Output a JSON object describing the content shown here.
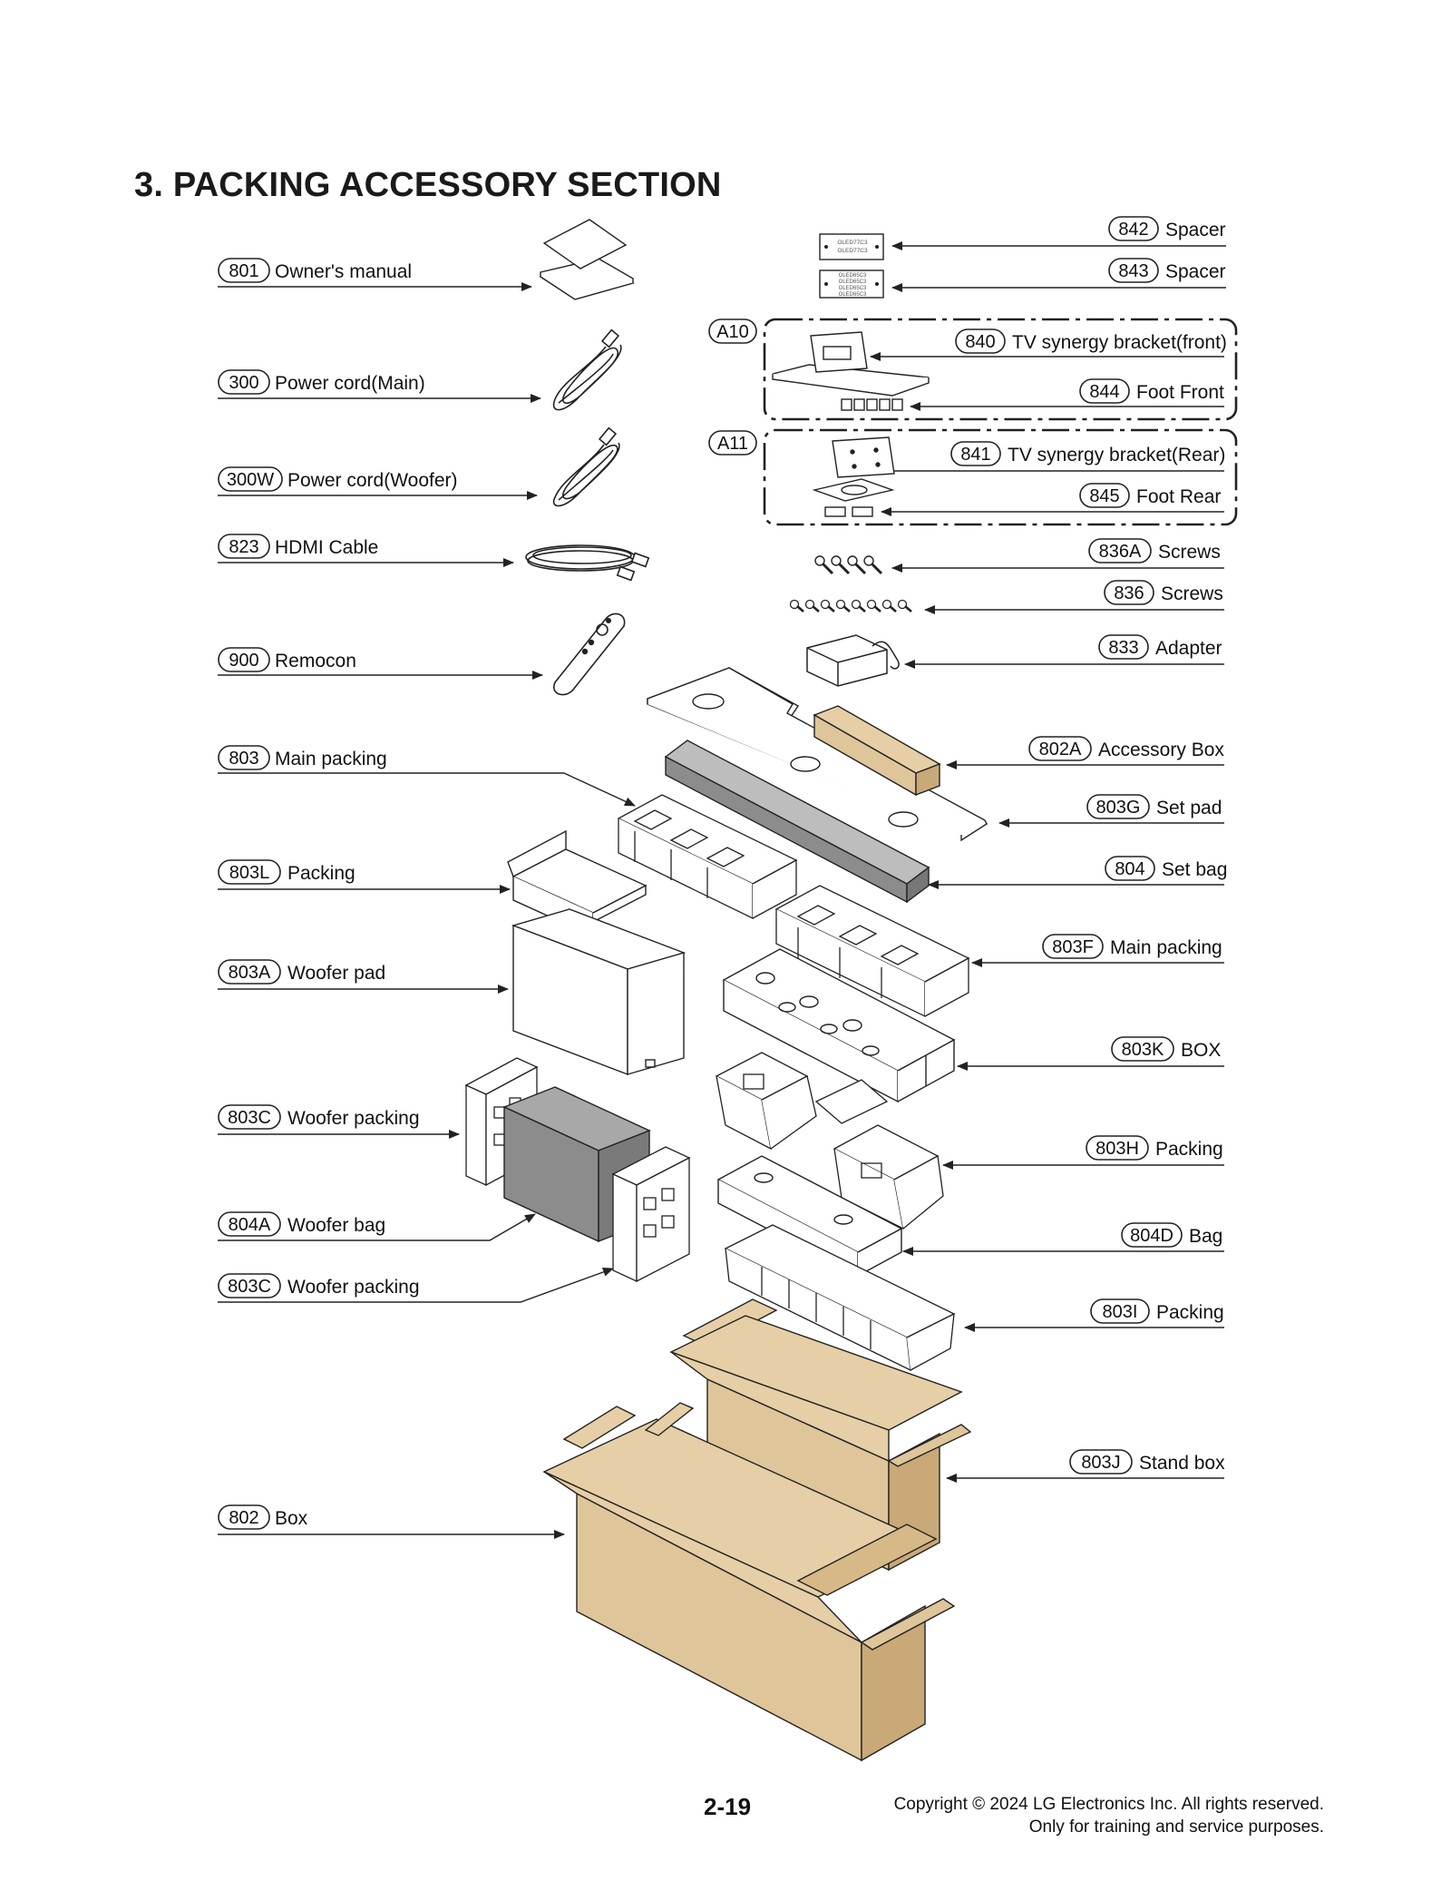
{
  "title": "3. PACKING ACCESSORY SECTION",
  "left_parts": [
    {
      "num": "801",
      "label": "Owner's manual"
    },
    {
      "num": "300",
      "label": "Power cord(Main)"
    },
    {
      "num": "300W",
      "label": "Power cord(Woofer)"
    },
    {
      "num": "823",
      "label": "HDMI Cable"
    },
    {
      "num": "900",
      "label": "Remocon"
    },
    {
      "num": "803",
      "label": "Main packing"
    },
    {
      "num": "803L",
      "label": "Packing"
    },
    {
      "num": "803A",
      "label": "Woofer pad"
    },
    {
      "num": "803C",
      "label": "Woofer packing"
    },
    {
      "num": "804A",
      "label": "Woofer bag"
    },
    {
      "num": "803C",
      "label": "Woofer packing"
    },
    {
      "num": "802",
      "label": "Box"
    }
  ],
  "right_parts": [
    {
      "num": "842",
      "label": "Spacer"
    },
    {
      "num": "843",
      "label": "Spacer"
    },
    {
      "num": "840",
      "label": "TV synergy bracket(front)"
    },
    {
      "num": "844",
      "label": "Foot Front"
    },
    {
      "num": "841",
      "label": "TV synergy bracket(Rear)"
    },
    {
      "num": "845",
      "label": "Foot Rear"
    },
    {
      "num": "836A",
      "label": "Screws"
    },
    {
      "num": "836",
      "label": "Screws"
    },
    {
      "num": "833",
      "label": "Adapter"
    },
    {
      "num": "802A",
      "label": "Accessory Box"
    },
    {
      "num": "803G",
      "label": "Set pad"
    },
    {
      "num": "804",
      "label": "Set bag"
    },
    {
      "num": "803F",
      "label": "Main packing"
    },
    {
      "num": "803K",
      "label": "BOX"
    },
    {
      "num": "803H",
      "label": "Packing"
    },
    {
      "num": "804D",
      "label": "Bag"
    },
    {
      "num": "803I",
      "label": "Packing"
    },
    {
      "num": "803J",
      "label": "Stand box"
    }
  ],
  "groups": [
    {
      "label": "A10"
    },
    {
      "label": "A11"
    }
  ],
  "spacer_labels": {
    "spacer_842": [
      "OLED77C3",
      "OLED77C3"
    ],
    "spacer_843": [
      "OLED65C3",
      "OLED65C3",
      "OLED65C3",
      "OLED65C3"
    ]
  },
  "footer": {
    "page_number": "2-19",
    "copyright_line1": "Copyright © 2024 LG Electronics Inc. All rights reserved.",
    "copyright_line2": "Only for training and service purposes."
  },
  "colors": {
    "cardboard": "#dfc59a",
    "cardboard_dark": "#c9a977",
    "gray_device": "#8c8c8c",
    "line": "#222222"
  }
}
